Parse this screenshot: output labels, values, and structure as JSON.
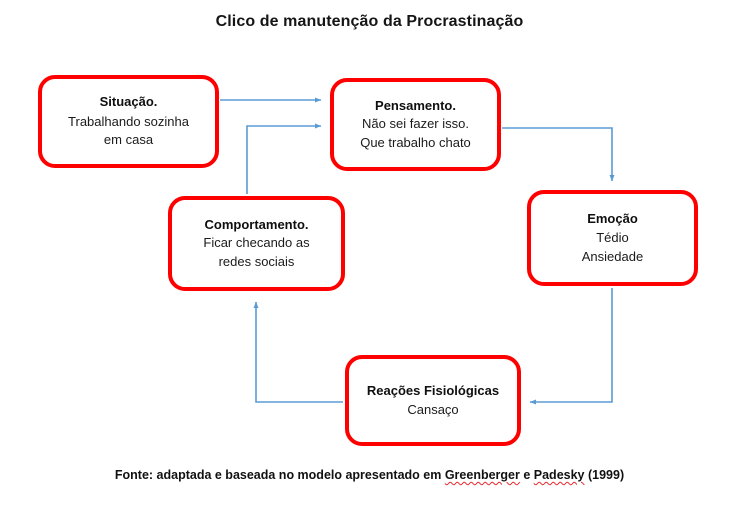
{
  "figure": {
    "title": "Clico de manutenção da Procrastinação",
    "caption_prefix": "Fonte: adaptada e baseada no modelo apresentado em ",
    "caption_author_1": "Greenberger",
    "caption_conjunction": " e ",
    "caption_author_2": "Padesky",
    "caption_suffix": " (1999)"
  },
  "colors": {
    "node_border": "#FE0000",
    "node_fill": "#FFFFFF",
    "connector": "#5B9BD5",
    "text": "#1A1A1A",
    "spellcheck_underline": "#E8262A"
  },
  "nodes": [
    {
      "id": "situacao",
      "title": "Situação.",
      "lines": [
        "Trabalhando sozinha",
        "em casa"
      ]
    },
    {
      "id": "pensamento",
      "title": "Pensamento.",
      "lines": [
        "Não sei fazer isso.",
        "Que trabalho chato"
      ]
    },
    {
      "id": "emocao",
      "title": "Emoção",
      "lines": [
        "Tédio",
        "Ansiedade"
      ]
    },
    {
      "id": "reacoes",
      "title": "Reações Fisiológicas",
      "lines": [
        "Cansaço"
      ]
    },
    {
      "id": "comportamento",
      "title": "Comportamento.",
      "lines": [
        "Ficar checando as",
        "redes sociais"
      ]
    }
  ],
  "connectors": [
    {
      "id": "situacao-to-pensamento",
      "from": "situacao",
      "to": "pensamento",
      "shape": "straight-right"
    },
    {
      "id": "pensamento-to-emocao",
      "from": "pensamento",
      "to": "emocao",
      "shape": "elbow-right-down"
    },
    {
      "id": "emocao-to-reacoes",
      "from": "emocao",
      "to": "reacoes",
      "shape": "elbow-down-left"
    },
    {
      "id": "reacoes-to-comportamento",
      "from": "reacoes",
      "to": "comportamento",
      "shape": "elbow-left-up"
    },
    {
      "id": "comportamento-to-pensamento",
      "from": "comportamento",
      "to": "pensamento",
      "shape": "elbow-up-right"
    }
  ]
}
